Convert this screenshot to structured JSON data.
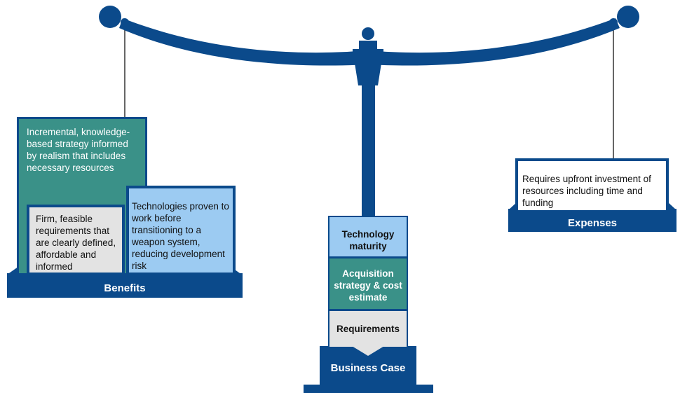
{
  "colors": {
    "navy": "#0b4a8b",
    "teal": "#3a9188",
    "light_blue": "#9ccbf2",
    "light_gray": "#e3e3e3",
    "white": "#ffffff"
  },
  "benefits": {
    "label": "Benefits",
    "strategy_text": "Incremental, knowledge-based strategy informed by realism that includes necessary resources",
    "requirements_text": "Firm, feasible requirements that are clearly defined, affordable and informed",
    "technologies_text": "Technologies proven to work before transitioning to a weapon system, reducing development risk"
  },
  "expenses": {
    "label": "Expenses",
    "text": "Requires upfront investment of resources including time and funding"
  },
  "business_case": {
    "label": "Business Case",
    "technology_maturity": "Technology maturity",
    "acquisition_strategy": "Acquisition strategy & cost estimate",
    "requirements": "Requirements"
  }
}
